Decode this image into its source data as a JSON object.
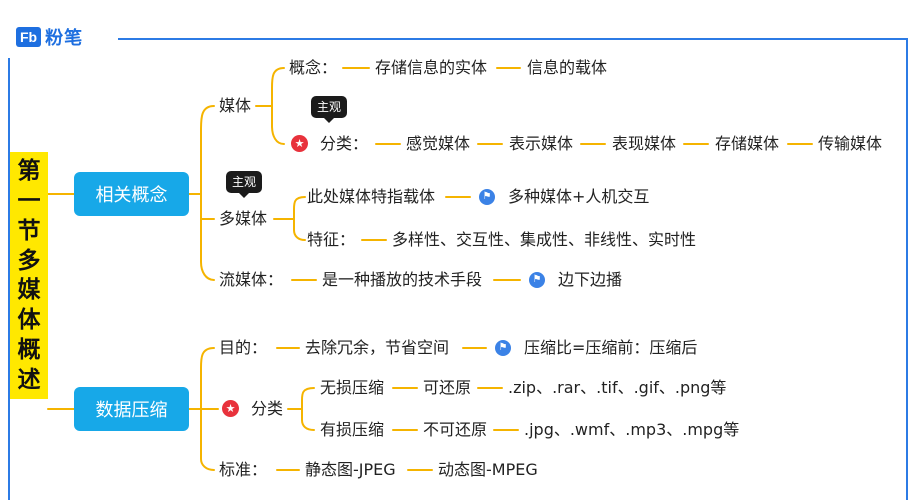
{
  "brand": {
    "mark": "Fb",
    "name": "粉笔"
  },
  "title_chars": [
    "第",
    "一",
    "节",
    "多",
    "媒",
    "体",
    "概",
    "述"
  ],
  "tags": {
    "subjective": "主观"
  },
  "branch1": {
    "label": "相关概念",
    "media": {
      "label": "媒体",
      "concept": {
        "label": "概念：",
        "items": [
          "存储信息的实体",
          "信息的载体"
        ]
      },
      "category": {
        "label": "分类：",
        "items": [
          "感觉媒体",
          "表示媒体",
          "表现媒体",
          "存储媒体",
          "传输媒体"
        ]
      }
    },
    "multimedia": {
      "label": "多媒体",
      "refers": {
        "label": "此处媒体特指载体",
        "note": "多种媒体+人机交互"
      },
      "features": {
        "label": "特征：",
        "value": "多样性、交互性、集成性、非线性、实时性"
      }
    },
    "streaming": {
      "label": "流媒体：",
      "value": "是一种播放的技术手段",
      "note": "边下边播"
    }
  },
  "branch2": {
    "label": "数据压缩",
    "purpose": {
      "label": "目的：",
      "value": "去除冗余，节省空间",
      "note": "压缩比=压缩前：压缩后"
    },
    "category": {
      "label": "分类",
      "lossless": {
        "label": "无损压缩",
        "desc": "可还原",
        "examples": ".zip、.rar、.tif、.gif、.png等"
      },
      "lossy": {
        "label": "有损压缩",
        "desc": "不可还原",
        "examples": ".jpg、.wmf、.mp3、.mpg等"
      }
    },
    "standard": {
      "label": "标准：",
      "items": [
        "静态图-JPEG",
        "动态图-MPEG"
      ]
    }
  },
  "colors": {
    "accent": "#17a8e8",
    "connector": "#f5b400",
    "title_bg": "#ffe800",
    "frame": "#2c7be5"
  }
}
